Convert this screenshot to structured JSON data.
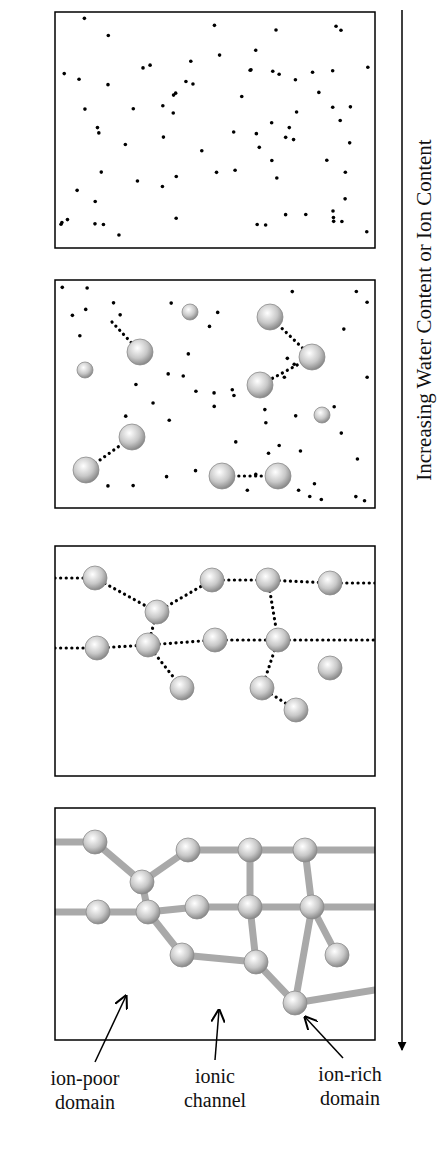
{
  "diagram": {
    "labels": [
      "Increasing Water Content or Ion Content",
      "ion-poor domain",
      "ionic channel",
      "ion-rich domain"
    ]
  }
}
